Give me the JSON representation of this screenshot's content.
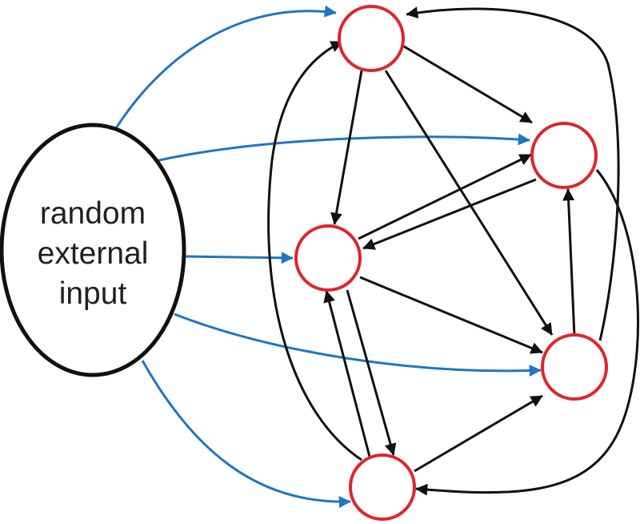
{
  "input_node": {
    "label_lines": [
      "random",
      "external",
      "input"
    ]
  },
  "colors": {
    "input_edge": "#1f76c2",
    "recurrent_edge": "#111111",
    "neuron_stroke": "#e0242b",
    "input_stroke": "#111111",
    "background": "#ffffff"
  },
  "neurons": [
    {
      "id": "top"
    },
    {
      "id": "upper-right"
    },
    {
      "id": "middle"
    },
    {
      "id": "lower-right"
    },
    {
      "id": "bottom"
    }
  ]
}
